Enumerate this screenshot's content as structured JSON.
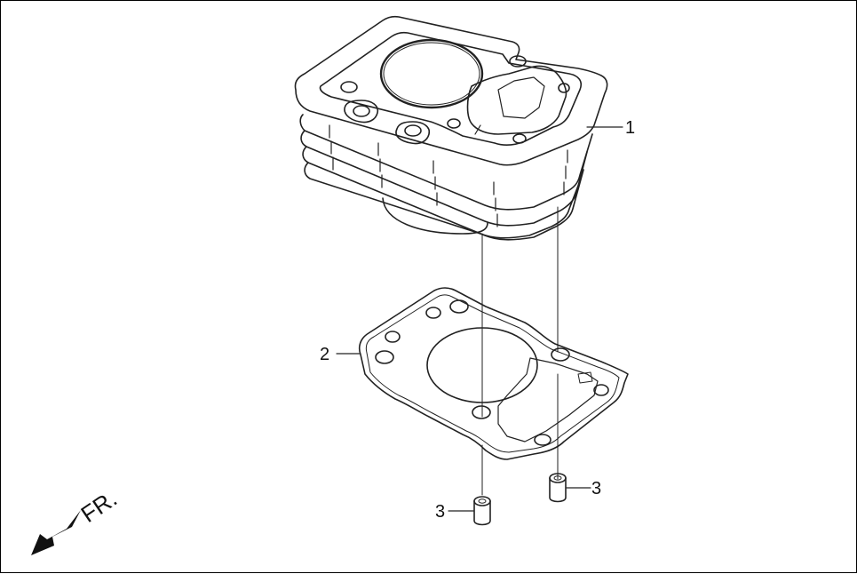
{
  "diagram": {
    "type": "exploded-parts-diagram",
    "parts": [
      {
        "ref": "1",
        "label": "1",
        "name": "cylinder"
      },
      {
        "ref": "2",
        "label": "2",
        "name": "cylinder-gasket"
      },
      {
        "ref": "3a",
        "label": "3",
        "name": "dowel-pin"
      },
      {
        "ref": "3b",
        "label": "3",
        "name": "dowel-pin"
      }
    ],
    "direction_indicator": {
      "label": "FR.",
      "icon": "arrow-down-left-icon"
    }
  },
  "colors": {
    "line": "#222222",
    "background": "#ffffff",
    "border": "#000000"
  }
}
